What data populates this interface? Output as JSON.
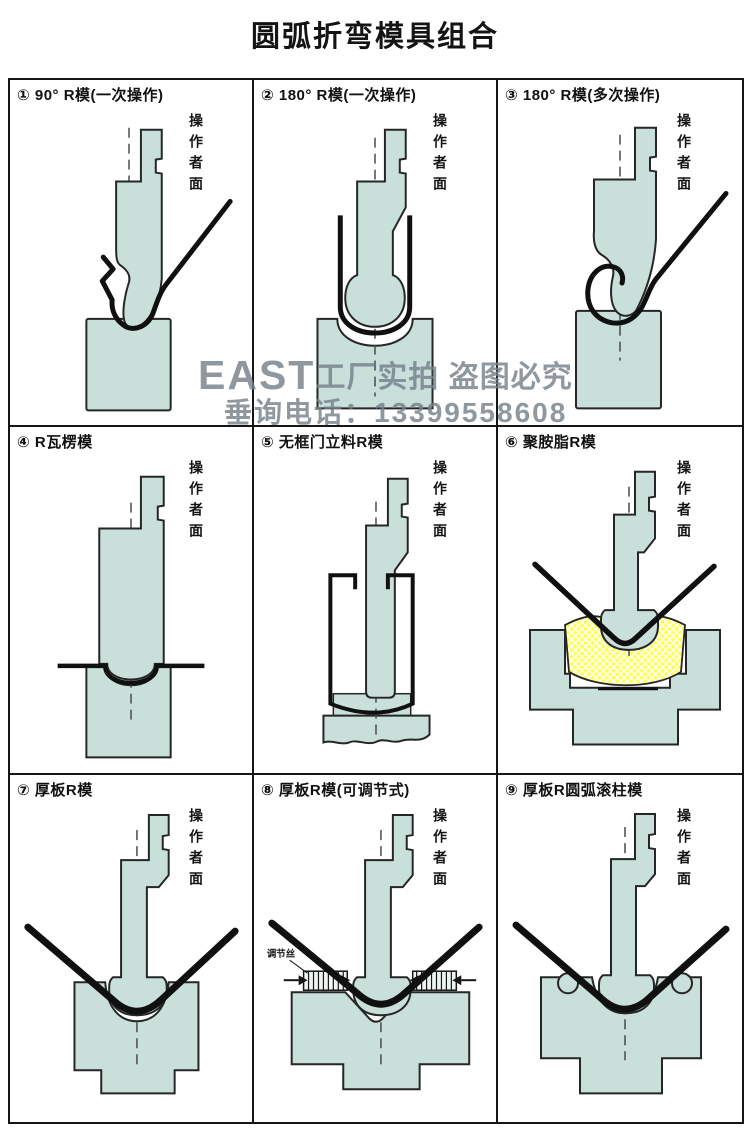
{
  "page": {
    "title": "圆弧折弯模具组合"
  },
  "watermark": {
    "brand": "EAST",
    "line1": "工厂实拍 盗图必究",
    "line2": "垂询电话：13399558608"
  },
  "operator_side_label": "操作者面",
  "cells": [
    {
      "label": "① 90° R模(一次操作)"
    },
    {
      "label": "② 180° R模(一次操作)"
    },
    {
      "label": "③ 180° R模(多次操作)"
    },
    {
      "label": "④ R瓦楞模"
    },
    {
      "label": "⑤ 无框门立料R模"
    },
    {
      "label": "⑥ 聚胺脂R模"
    },
    {
      "label": "⑦ 厚板R模"
    },
    {
      "label": "⑧ 厚板R模(可调节式)",
      "adjuster_label": "调节丝"
    },
    {
      "label": "⑨ 厚板R圆弧滚柱模"
    }
  ],
  "colors": {
    "tool_fill": "#c8dfda",
    "tool_outline": "#262626",
    "sheet_metal": "#101010",
    "pad_yellow": "#ffff55",
    "grid_border": "#161616",
    "watermark_gray": "#76808a"
  }
}
